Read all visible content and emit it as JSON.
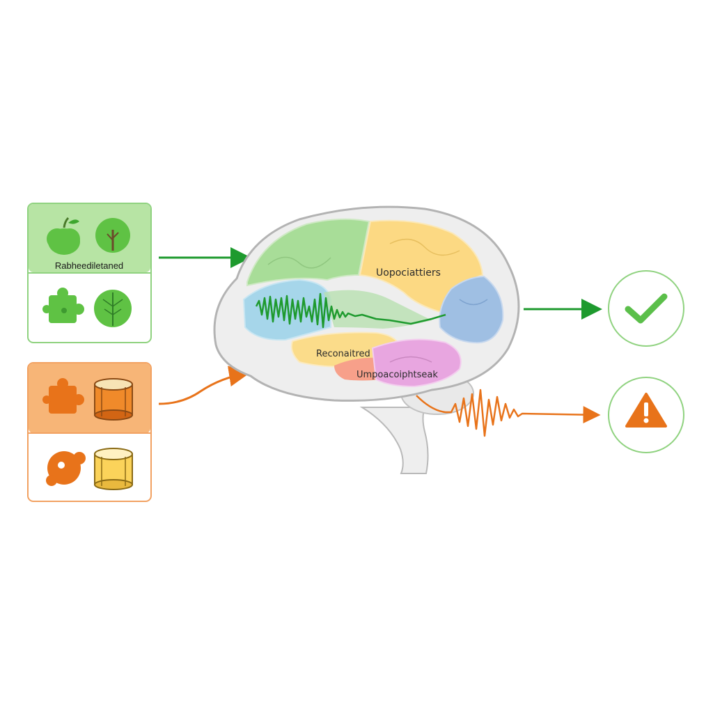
{
  "stimulus_groups": [
    {
      "id": "green-group",
      "accent": "#1e9a2e",
      "fill_light": "#b7e4a4",
      "label": "Rabheediletaned",
      "top_icons": [
        "apple-icon",
        "tree-icon"
      ],
      "bottom_icons": [
        "puzzle-piece-icon",
        "leaf-icon"
      ]
    },
    {
      "id": "orange-group",
      "accent": "#e8731a",
      "fill_light": "#f7b577",
      "label": "",
      "top_icons": [
        "puzzle-piece-icon",
        "drum-icon"
      ],
      "bottom_icons": [
        "puzzle-piece-icon",
        "drum-icon"
      ]
    }
  ],
  "brain": {
    "region_labels": {
      "upper": "Uopociattiers",
      "middle": "Reconaitred",
      "lower": "Umpoacoiphtseak"
    },
    "region_colors": {
      "frontal": "#a8dd98",
      "parietal": "#fcd983",
      "occipital": "#9fbfe3",
      "temporal_front": "#a6d6ea",
      "temporal_mid": "#fbdc8a",
      "temporal_red": "#f7a08a",
      "temporal_back": "#e8a6e0"
    }
  },
  "outcomes": {
    "success": {
      "icon": "check-icon",
      "color": "#5bbf4a"
    },
    "warning": {
      "icon": "warning-triangle-icon",
      "color": "#e8731a"
    }
  }
}
